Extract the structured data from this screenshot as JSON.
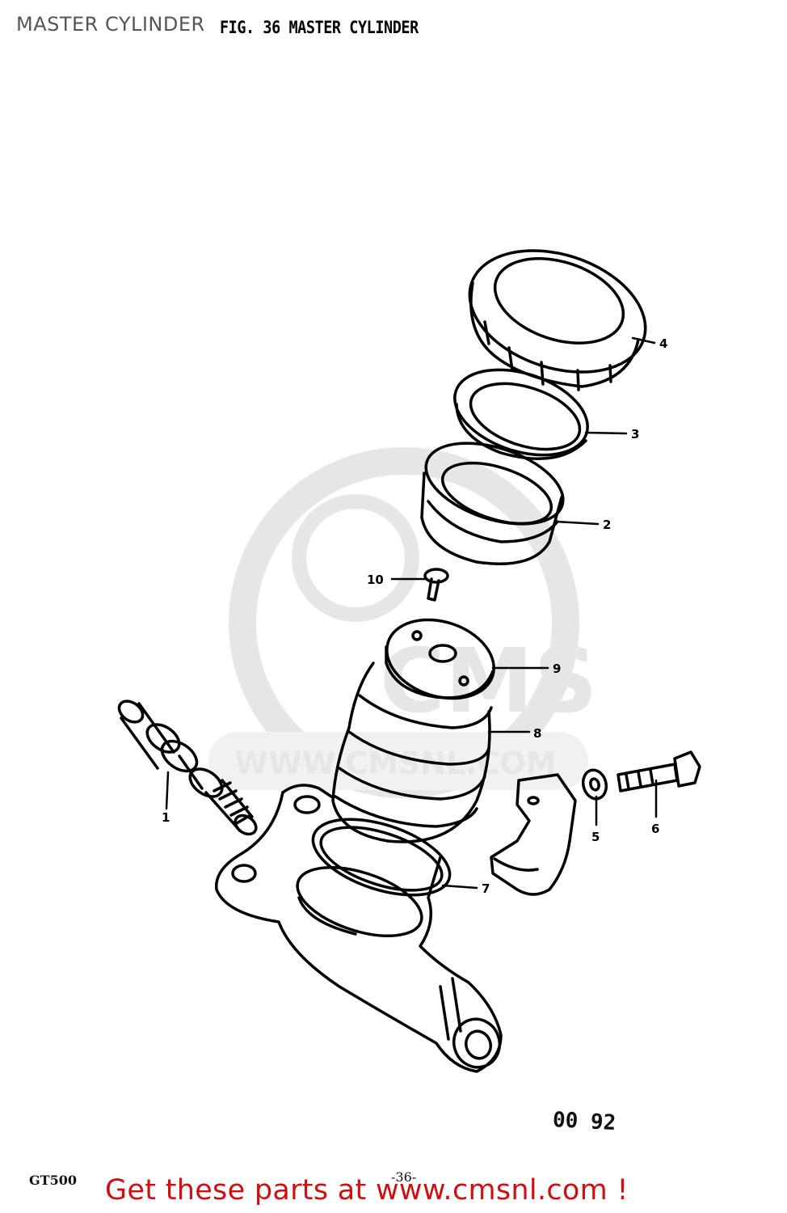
{
  "header": {
    "page_title": "MASTER CYLINDER",
    "figure_title": "FIG. 36 MASTER CYLINDER"
  },
  "watermark": {
    "logo_text": "CMS",
    "url_text": "WWW.CMSNL.COM"
  },
  "callouts": [
    "1",
    "2",
    "3",
    "4",
    "5",
    "6",
    "7",
    "8",
    "9",
    "10"
  ],
  "footer": {
    "drawing_code": "00 92",
    "model": "GT500",
    "page_number": "-36-",
    "cta": "Get these parts at www.cmsnl.com !"
  },
  "colors": {
    "ink": "#000000",
    "cta_red": "#d01010",
    "watermark": "#e6e6e6"
  }
}
